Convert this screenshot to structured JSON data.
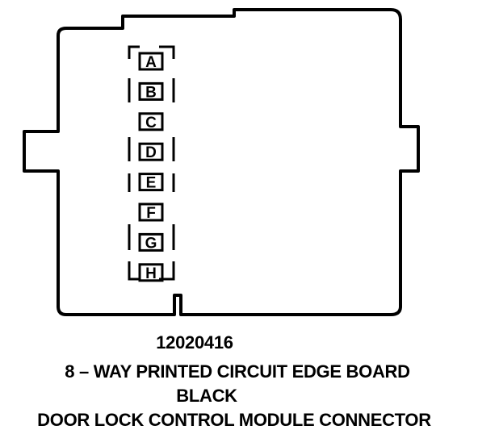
{
  "connector": {
    "pins": [
      "A",
      "B",
      "C",
      "D",
      "E",
      "F",
      "G",
      "H"
    ]
  },
  "caption": {
    "part_number": "12020416",
    "description": "8 – WAY PRINTED CIRCUIT EDGE BOARD",
    "color": "BLACK",
    "name": "DOOR LOCK CONTROL MODULE CONNECTOR"
  }
}
